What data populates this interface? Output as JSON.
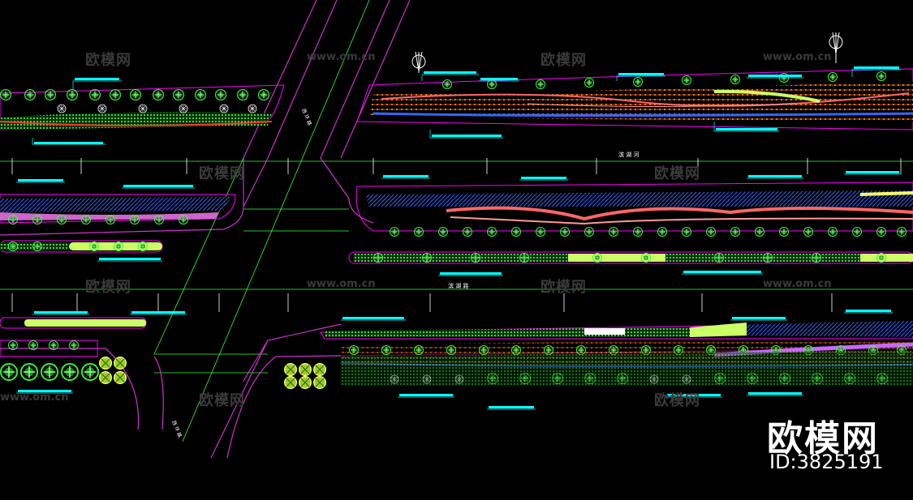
{
  "watermark": {
    "brand": "欧模网",
    "url": "www.om.cn"
  },
  "logo": {
    "brand": "欧模网",
    "id": "ID:3825191"
  },
  "roads": {
    "vertical_road_label": "西 环 路",
    "river_label": "滨 湖 河",
    "middle_road_label": "滨 湖 路",
    "bottom_road_label": "西 环 路"
  },
  "colors": {
    "background": "#000000",
    "road_edge": "#ff00ff",
    "centerline": "#33ff33",
    "plant_green": "#33cc33",
    "plant_yellow": "#ccff33",
    "shrub_red": "#ff3333",
    "annotation": "#00ffff",
    "hatch_blue": "#3366ff"
  },
  "icons": [
    "north-arrow-icon",
    "tree-symbol-icon",
    "shrub-hatch-icon"
  ]
}
